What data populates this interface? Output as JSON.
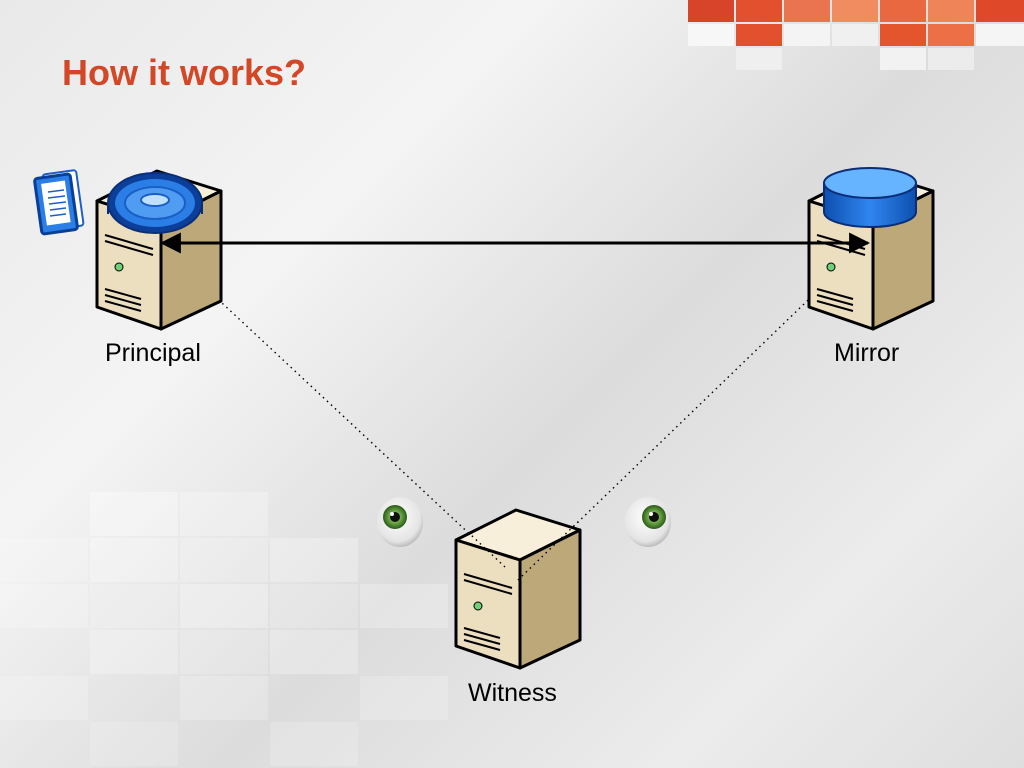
{
  "slide": {
    "title": "How it works?"
  },
  "diagram": {
    "nodes": [
      {
        "id": "principal",
        "label": "Principal",
        "icon": "server-with-database-icon"
      },
      {
        "id": "mirror",
        "label": "Mirror",
        "icon": "server-with-database-icon"
      },
      {
        "id": "witness",
        "label": "Witness",
        "icon": "server-icon"
      }
    ],
    "edges": [
      {
        "from": "principal",
        "to": "mirror",
        "style": "solid",
        "arrows": "both"
      },
      {
        "from": "witness",
        "to": "principal",
        "style": "dotted"
      },
      {
        "from": "witness",
        "to": "mirror",
        "style": "dotted"
      }
    ],
    "decorations": [
      "document-icon",
      "eye-icon",
      "eye-icon"
    ]
  },
  "colors": {
    "title": "#d24726",
    "accent_tiles": [
      "#d24726",
      "#e8583a",
      "#f08a5a"
    ],
    "database": "#1f6fd8",
    "server_body": "#e8dcc0"
  }
}
